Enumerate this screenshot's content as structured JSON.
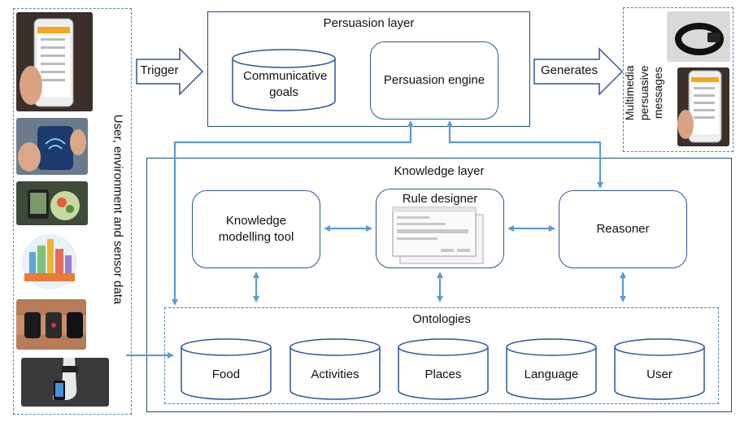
{
  "left_panel": {
    "label": "User, environment and sensor data",
    "images": [
      "phone-app-image",
      "nfc-payment-image",
      "food-photo-image",
      "smart-city-image",
      "wristband-image",
      "ankle-sensor-image"
    ]
  },
  "trigger": "Trigger",
  "persuasion_layer": {
    "title": "Persuasion layer",
    "communicative_goals": "Communicative goals",
    "persuasion_engine": "Persuasion engine"
  },
  "generates": "Generates",
  "right_panel": {
    "label": "Multimedia persuasive messages",
    "images": [
      "wristband-device-image",
      "phone-message-image"
    ]
  },
  "knowledge_layer": {
    "title": "Knowledge layer",
    "modelling_tool": "Knowledge modelling tool",
    "rule_designer": "Rule designer",
    "reasoner": "Reasoner",
    "ontologies": {
      "title": "Ontologies",
      "items": [
        "Food",
        "Activities",
        "Places",
        "Language",
        "User"
      ]
    }
  },
  "colors": {
    "arrow": "#5b9bd5",
    "border": "#1f4e79",
    "dashed": "#4f81bd"
  }
}
